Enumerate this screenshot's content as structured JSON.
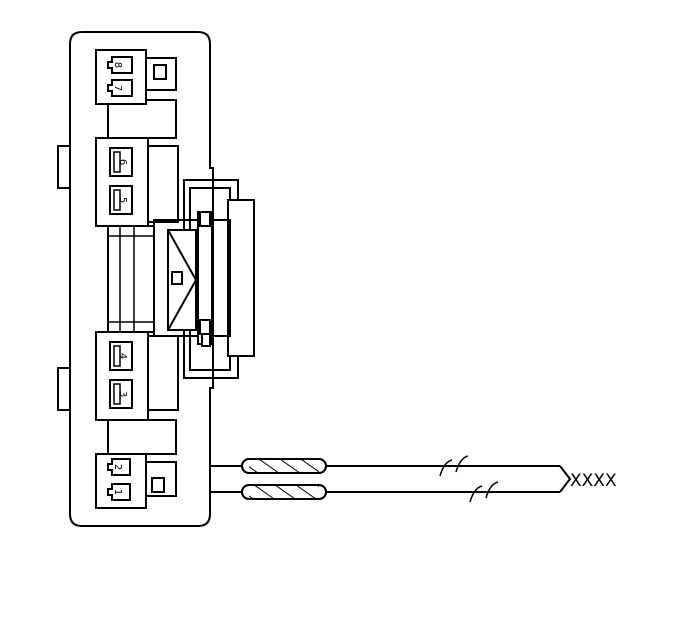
{
  "connector": {
    "pins": [
      {
        "num": "8"
      },
      {
        "num": "7"
      },
      {
        "num": "6"
      },
      {
        "num": "5"
      },
      {
        "num": "4"
      },
      {
        "num": "3"
      },
      {
        "num": "2"
      },
      {
        "num": "1"
      }
    ]
  },
  "wire_end_label": "XXXX",
  "colors": {
    "line": "#000000",
    "background": "#ffffff"
  }
}
